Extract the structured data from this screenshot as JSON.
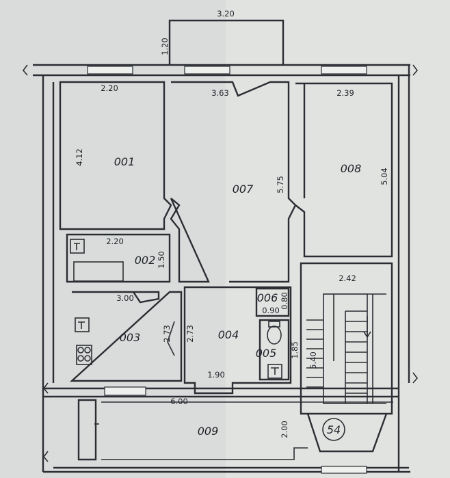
{
  "rooms": {
    "r001": "001",
    "r002": "002",
    "r003": "003",
    "r004": "004",
    "r005": "005",
    "r006": "006",
    "r007": "007",
    "r008": "008",
    "r009": "009",
    "stair": "54"
  },
  "dimensions": {
    "top_width": "3.20",
    "top_depth": "1.20",
    "r001_width": "2.20",
    "r001_depth": "4.12",
    "r007_width": "3.63",
    "r007_depth": "5.75",
    "r008_width": "2.39",
    "r008_depth": "5.04",
    "r002_width": "2.20",
    "r002_depth": "1.50",
    "r003_width": "3.00",
    "r003_depth": "2.73",
    "r004_depth": "2.73",
    "r004_width": "1.90",
    "r006_depth": "0.80",
    "r006_width": "0.90",
    "r005_depth": "1.85",
    "stair_width": "2.42",
    "stair_depth": "5.40",
    "r009_width": "6.00",
    "r009_depth": "2.00"
  }
}
